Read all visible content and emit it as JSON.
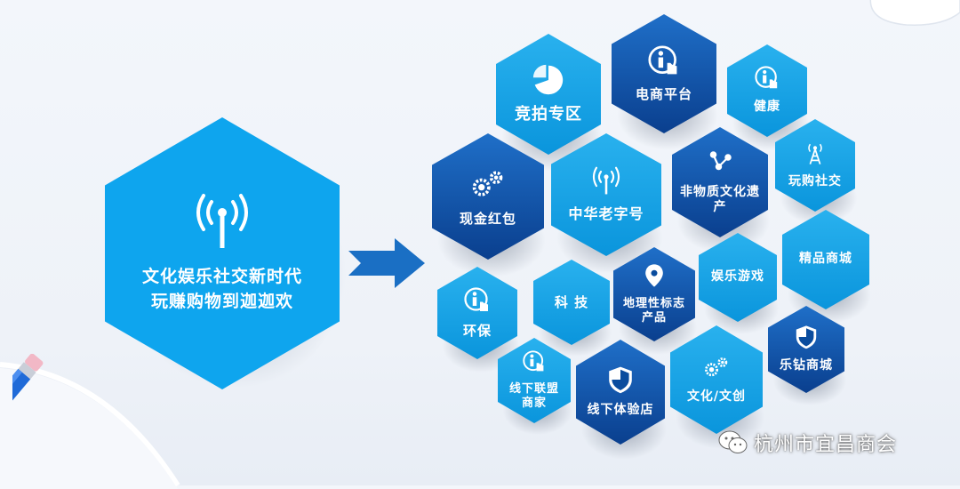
{
  "main": {
    "line1": "文化娱乐社交新时代",
    "line2": "玩赚购物到迦迦欢",
    "icon": "antenna-icon"
  },
  "hexagons": [
    {
      "id": "auction",
      "label": "竞拍专区",
      "icon": "pie-chart-icon",
      "style": "light"
    },
    {
      "id": "ecommerce",
      "label": "电商平台",
      "icon": "info-hand-icon",
      "style": "dark"
    },
    {
      "id": "health",
      "label": "健康",
      "icon": "info-hand-icon",
      "style": "light"
    },
    {
      "id": "cash-red-packet",
      "label": "现金红包",
      "icon": "gears-icon",
      "style": "dark"
    },
    {
      "id": "time-honored-brand",
      "label": "中华老字号",
      "icon": "antenna-icon",
      "style": "light"
    },
    {
      "id": "intangible-heritage",
      "label": "非物质文化遗产",
      "icon": "share-nodes-icon",
      "style": "dark"
    },
    {
      "id": "play-shop-social",
      "label": "玩购社交",
      "icon": "signal-tower-icon",
      "style": "light"
    },
    {
      "id": "boutique-mall",
      "label": "精品商城",
      "icon": "",
      "style": "light"
    },
    {
      "id": "entertainment-games",
      "label": "娱乐游戏",
      "icon": "",
      "style": "light"
    },
    {
      "id": "geo-products",
      "label": "地理性标志产品",
      "icon": "location-pin-icon",
      "style": "dark"
    },
    {
      "id": "technology",
      "label": "科 技",
      "icon": "",
      "style": "light"
    },
    {
      "id": "environment",
      "label": "环保",
      "icon": "info-hand-icon",
      "style": "light"
    },
    {
      "id": "offline-alliance",
      "label": "线下联盟商家",
      "icon": "info-hand-icon",
      "style": "light"
    },
    {
      "id": "offline-store",
      "label": "线下体验店",
      "icon": "shield-icon",
      "style": "dark"
    },
    {
      "id": "culture-creative",
      "label": "文化/文创",
      "icon": "gears-icon",
      "style": "light"
    },
    {
      "id": "diamond-mall",
      "label": "乐钻商城",
      "icon": "shield-icon",
      "style": "dark"
    }
  ],
  "watermark": {
    "text": "杭州市宜昌商会",
    "icon": "wechat-icon"
  },
  "colors": {
    "light_hex": "#0ea5ee",
    "dark_hex": "#0a4c9e",
    "arrow": "#1a6fc4",
    "background": "#eef2f8"
  }
}
